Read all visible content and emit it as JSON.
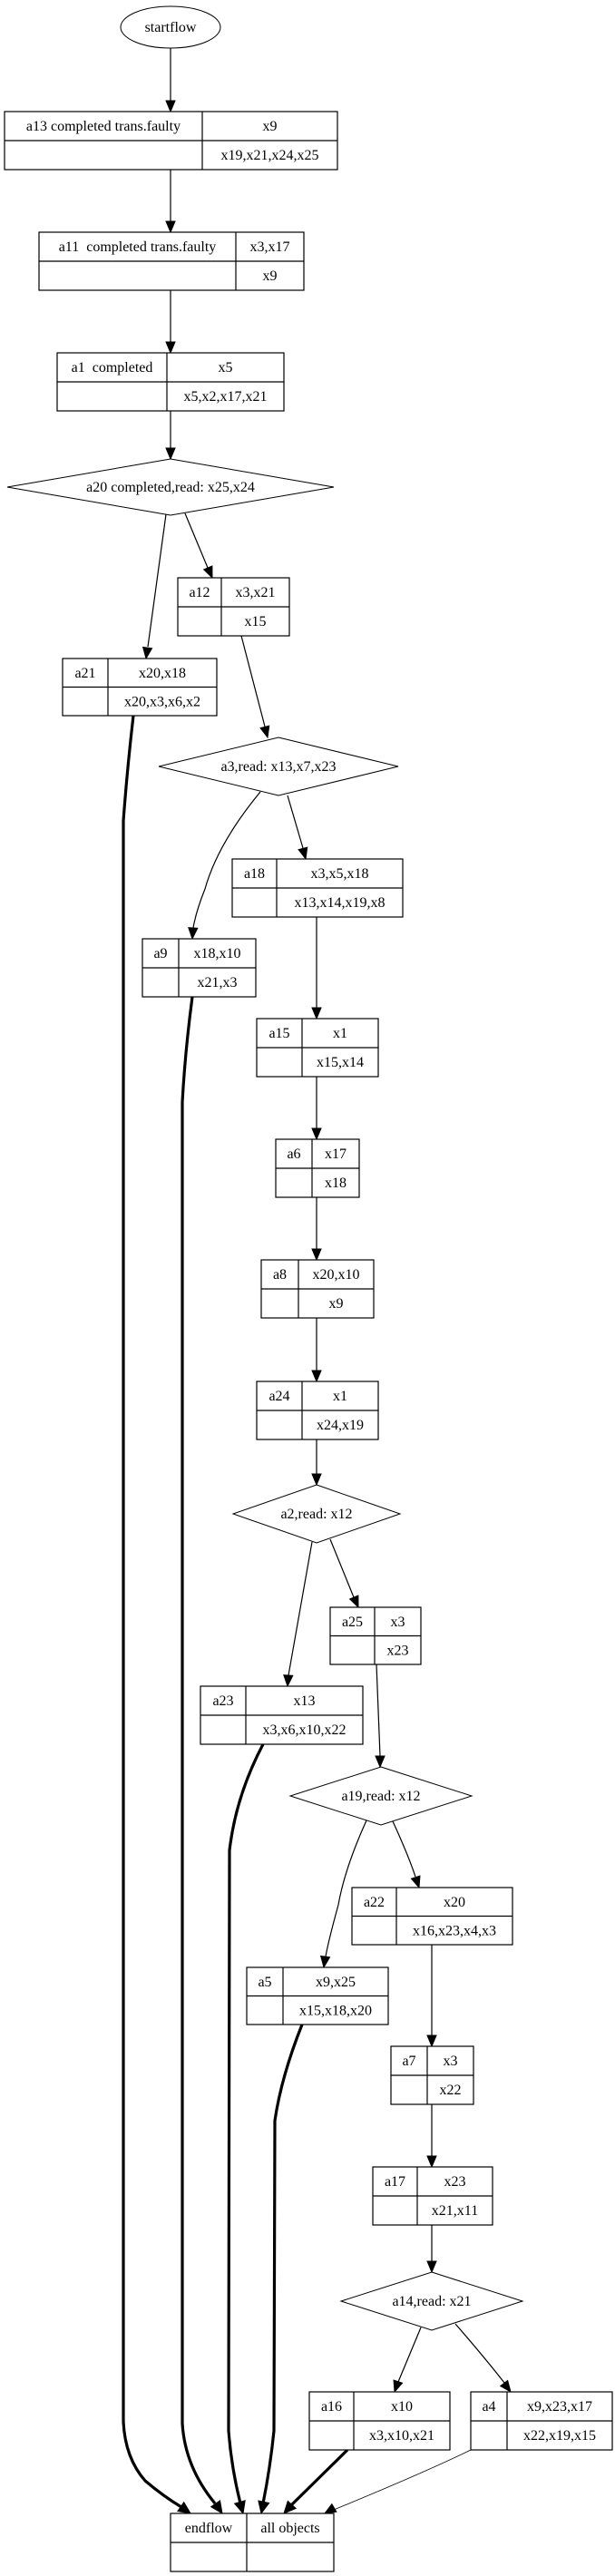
{
  "diagram": {
    "type": "flowchart",
    "start": {
      "id": "startflow",
      "label": "startflow"
    },
    "end": {
      "id": "endflow",
      "label": "endflow",
      "objects": "all objects"
    },
    "activities": [
      {
        "id": "a13",
        "label": "a13 completed trans.faulty",
        "writes": "x9",
        "reads": "x19,x21,x24,x25"
      },
      {
        "id": "a11",
        "label": "a11  completed trans.faulty",
        "writes": "x3,x17",
        "reads": "x9"
      },
      {
        "id": "a1",
        "label": "a1  completed",
        "writes": "x5",
        "reads": "x5,x2,x17,x21"
      },
      {
        "id": "a12",
        "label": "a12",
        "writes": "x3,x21",
        "reads": "x15"
      },
      {
        "id": "a21",
        "label": "a21",
        "writes": "x20,x18",
        "reads": "x20,x3,x6,x2"
      },
      {
        "id": "a18",
        "label": "a18",
        "writes": "x3,x5,x18",
        "reads": "x13,x14,x19,x8"
      },
      {
        "id": "a9",
        "label": "a9",
        "writes": "x18,x10",
        "reads": "x21,x3"
      },
      {
        "id": "a15",
        "label": "a15",
        "writes": "x1",
        "reads": "x15,x14"
      },
      {
        "id": "a6",
        "label": "a6",
        "writes": "x17",
        "reads": "x18"
      },
      {
        "id": "a8",
        "label": "a8",
        "writes": "x20,x10",
        "reads": "x9"
      },
      {
        "id": "a24",
        "label": "a24",
        "writes": "x1",
        "reads": "x24,x19"
      },
      {
        "id": "a25",
        "label": "a25",
        "writes": "x3",
        "reads": "x23"
      },
      {
        "id": "a23",
        "label": "a23",
        "writes": "x13",
        "reads": "x3,x6,x10,x22"
      },
      {
        "id": "a22",
        "label": "a22",
        "writes": "x20",
        "reads": "x16,x23,x4,x3"
      },
      {
        "id": "a5",
        "label": "a5",
        "writes": "x9,x25",
        "reads": "x15,x18,x20"
      },
      {
        "id": "a7",
        "label": "a7",
        "writes": "x3",
        "reads": "x22"
      },
      {
        "id": "a17",
        "label": "a17",
        "writes": "x23",
        "reads": "x21,x11"
      },
      {
        "id": "a16",
        "label": "a16",
        "writes": "x10",
        "reads": "x3,x10,x21"
      },
      {
        "id": "a4",
        "label": "a4",
        "writes": "x9,x23,x17",
        "reads": "x22,x19,x15"
      }
    ],
    "decisions": [
      {
        "id": "a20",
        "label": "a20 completed,read: x25,x24"
      },
      {
        "id": "a3",
        "label": "a3,read: x13,x7,x23"
      },
      {
        "id": "a2",
        "label": "a2,read: x12"
      },
      {
        "id": "a19",
        "label": "a19,read: x12"
      },
      {
        "id": "a14",
        "label": "a14,read: x21"
      }
    ],
    "edges": [
      {
        "from": "startflow",
        "to": "a13",
        "style": "normal"
      },
      {
        "from": "a13",
        "to": "a11",
        "style": "normal"
      },
      {
        "from": "a11",
        "to": "a1",
        "style": "normal"
      },
      {
        "from": "a1",
        "to": "a20",
        "style": "normal"
      },
      {
        "from": "a20",
        "to": "a21",
        "style": "normal"
      },
      {
        "from": "a20",
        "to": "a12",
        "style": "normal"
      },
      {
        "from": "a12",
        "to": "a3",
        "style": "normal"
      },
      {
        "from": "a3",
        "to": "a9",
        "style": "normal"
      },
      {
        "from": "a3",
        "to": "a18",
        "style": "normal"
      },
      {
        "from": "a18",
        "to": "a15",
        "style": "normal"
      },
      {
        "from": "a15",
        "to": "a6",
        "style": "normal"
      },
      {
        "from": "a6",
        "to": "a8",
        "style": "normal"
      },
      {
        "from": "a8",
        "to": "a24",
        "style": "normal"
      },
      {
        "from": "a24",
        "to": "a2",
        "style": "normal"
      },
      {
        "from": "a2",
        "to": "a23",
        "style": "normal"
      },
      {
        "from": "a2",
        "to": "a25",
        "style": "normal"
      },
      {
        "from": "a25",
        "to": "a19",
        "style": "normal"
      },
      {
        "from": "a19",
        "to": "a5",
        "style": "normal"
      },
      {
        "from": "a19",
        "to": "a22",
        "style": "normal"
      },
      {
        "from": "a22",
        "to": "a7",
        "style": "normal"
      },
      {
        "from": "a7",
        "to": "a17",
        "style": "normal"
      },
      {
        "from": "a17",
        "to": "a14",
        "style": "normal"
      },
      {
        "from": "a14",
        "to": "a16",
        "style": "normal"
      },
      {
        "from": "a14",
        "to": "a4",
        "style": "normal"
      },
      {
        "from": "a21",
        "to": "endflow",
        "style": "bold"
      },
      {
        "from": "a9",
        "to": "endflow",
        "style": "bold"
      },
      {
        "from": "a23",
        "to": "endflow",
        "style": "bold"
      },
      {
        "from": "a5",
        "to": "endflow",
        "style": "bold"
      },
      {
        "from": "a16",
        "to": "endflow",
        "style": "bold"
      },
      {
        "from": "a4",
        "to": "endflow",
        "style": "thin"
      }
    ]
  }
}
